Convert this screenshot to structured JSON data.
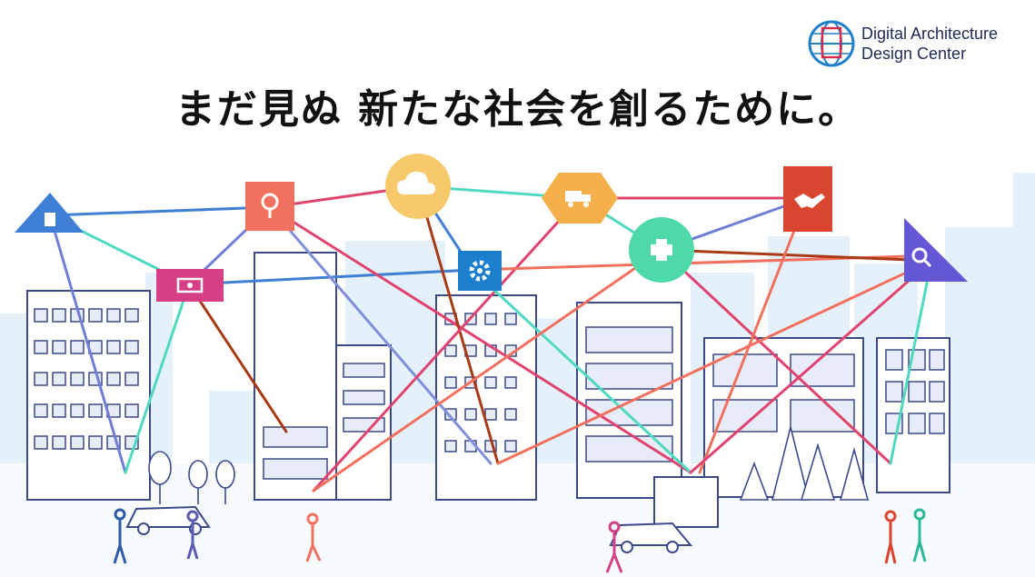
{
  "logo": {
    "line1": "Digital Architecture",
    "line2": "Design Center"
  },
  "headline": "まだ見ぬ 新たな社会を創るために。",
  "icons": [
    {
      "name": "document-icon",
      "shape": "triangle",
      "color": "#3f7fd6"
    },
    {
      "name": "location-pin-icon",
      "shape": "square",
      "color": "#f2705e"
    },
    {
      "name": "cloud-icon",
      "shape": "circle",
      "color": "#f7c96a"
    },
    {
      "name": "delivery-truck-icon",
      "shape": "hexagon",
      "color": "#f6b04b"
    },
    {
      "name": "handshake-icon",
      "shape": "square",
      "color": "#d9452f"
    },
    {
      "name": "money-icon",
      "shape": "rectangle",
      "color": "#d63f86"
    },
    {
      "name": "gear-icon",
      "shape": "square",
      "color": "#1b7fce"
    },
    {
      "name": "plus-icon",
      "shape": "circle",
      "color": "#4fd9a8"
    },
    {
      "name": "magnifier-icon",
      "shape": "triangle",
      "color": "#6457d6"
    }
  ],
  "line_colors": [
    "#3f7fd6",
    "#4fd9c0",
    "#e0446e",
    "#f2705e",
    "#a83a16",
    "#7f8fd8"
  ]
}
